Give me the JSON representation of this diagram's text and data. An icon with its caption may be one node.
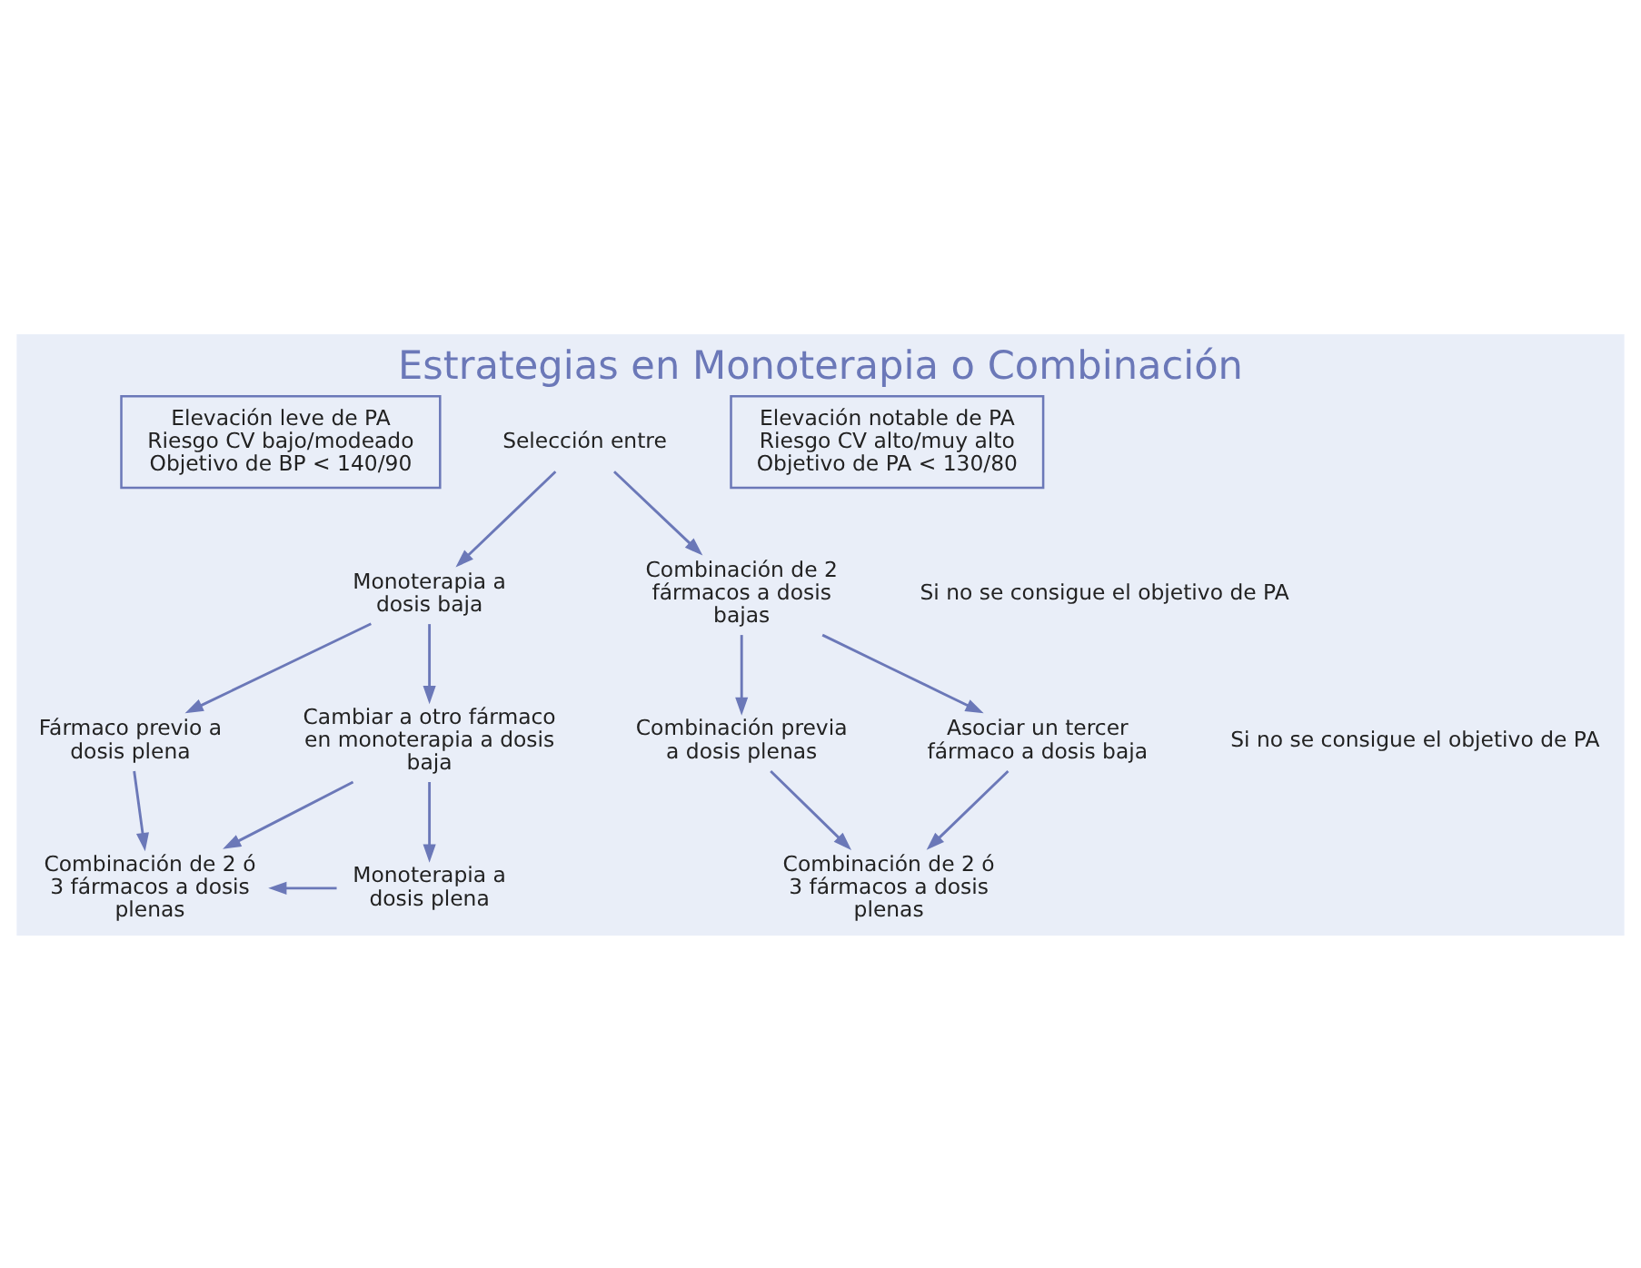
{
  "diagram": {
    "title": "Estrategias en Monoterapia o Combinación",
    "nodes": [
      {
        "text": [
          "Elevación leve de PA Riesgo CV bajo/modeado Objetivo de BP < 140/90"
        ]
      },
      {
        "text": [
          "Selección entre"
        ]
      },
      {
        "text": [
          "Elevación notable de PA Riesgo CV alto/muy alto Objetivo de PA < 130/80"
        ]
      },
      {
        "text": [
          "Monoterapia a dosis baja"
        ]
      },
      {
        "text": [
          "Combinación de 2 fármacos a dosis bajas"
        ]
      },
      {
        "text": [
          "Fármaco previo a dosis plena"
        ]
      },
      {
        "text": [
          "Cambiar a otro fármaco en monoterapia a dosis baja"
        ]
      },
      {
        "text": [
          "Combinación previa a dosis plenas"
        ]
      },
      {
        "text": [
          "Asociar un tercer fármaco a dosis baja"
        ]
      },
      {
        "text": [
          "Combinación de 2 ó 3 fármacos a dosis plenas"
        ]
      },
      {
        "text": [
          "Monoterapia a dosis plena"
        ]
      },
      {
        "text": [
          "Combinación de 2 ó 3 fármacos a dosis plenas"
        ]
      }
    ],
    "edges": [
      {
        "from": 1,
        "to": 3,
        "arrow": "to"
      },
      {
        "from": 1,
        "to": 4,
        "arrow": "to"
      },
      {
        "from": 3,
        "to": 5,
        "arrow": "to"
      },
      {
        "from": 3,
        "to": 6,
        "arrow": "to"
      },
      {
        "from": 4,
        "to": 7,
        "arrow": "to"
      },
      {
        "from": 4,
        "to": 8,
        "arrow": "to"
      },
      {
        "from": 5,
        "to": 9,
        "arrow": "to"
      },
      {
        "from": 6,
        "to": 9,
        "arrow": "to"
      },
      {
        "from": 6,
        "to": 10,
        "arrow": "to"
      },
      {
        "from": 10,
        "to": 9,
        "arrow": "to"
      },
      {
        "from": 7,
        "to": 11,
        "arrow": "to"
      },
      {
        "from": 8,
        "to": 11,
        "arrow": "to"
      }
    ],
    "labels": [
      "Si no se consigue el objetivo de PA",
      "Si no se consigue el objetivo de PA"
    ]
  }
}
